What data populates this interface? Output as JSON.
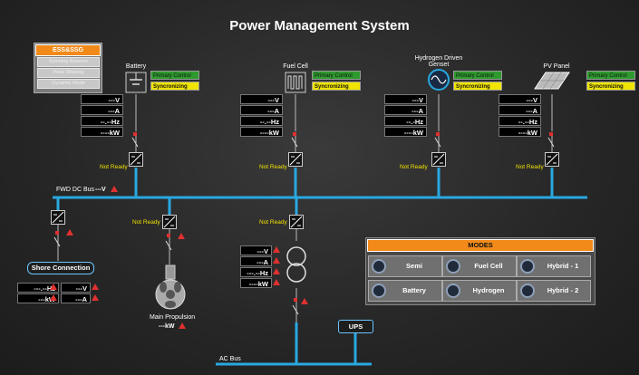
{
  "title": "Power Management System",
  "ess": {
    "header": "ESS&SSG",
    "buttons": [
      "Spinning Reserve",
      "Peak Shaving",
      "Dynamic Mode"
    ]
  },
  "sources": [
    {
      "name": "Battery",
      "status1": "Primary Control",
      "status2": "Syncronizing",
      "readings": [
        "---V",
        "---A",
        "--.--Hz",
        "----kW"
      ],
      "state": "Not Ready"
    },
    {
      "name": "Fuel Cell",
      "status1": "Primary Control",
      "status2": "Syncronizing",
      "readings": [
        "---V",
        "---A",
        "--.--Hz",
        "----kW"
      ],
      "state": "Not Ready"
    },
    {
      "name": "Hydrogen Driven\nGenset",
      "status1": "Primary Control",
      "status2": "Syncronizing",
      "readings": [
        "---V",
        "---A",
        "--.-Hz",
        "----kW"
      ],
      "state": "Not Ready"
    },
    {
      "name": "PV Panel",
      "status1": "Primary Control",
      "status2": "Syncronizing",
      "readings": [
        "---V",
        "---A",
        "--.--Hz",
        "----kW"
      ],
      "state": "Not Ready"
    }
  ],
  "bus": {
    "name": "FWD DC Bus",
    "voltage": "---V"
  },
  "ac_bus": {
    "name": "AC Bus"
  },
  "shore": {
    "name": "Shore Connection",
    "readings": [
      "---.--Hz",
      "---V",
      "---kW",
      "---A"
    ]
  },
  "propulsion": {
    "name": "Main Propulsion",
    "power": "---kW",
    "state": "Not Ready"
  },
  "transformer": {
    "state": "Not Ready",
    "readings": [
      "---V",
      "---A",
      "---.--Hz",
      "----kW"
    ]
  },
  "ups": {
    "name": "UPS"
  },
  "modes": {
    "header": "MODES",
    "items": [
      "Semi",
      "Fuel Cell",
      "Hybrid - 1",
      "Battery",
      "Hydrogen",
      "Hybrid - 2"
    ]
  },
  "colors": {
    "bus": "#29a8e0",
    "accent": "#f28a1a",
    "status_green": "#2e9a2e",
    "status_yellow": "#f0e400",
    "alarm": "#e03030"
  }
}
